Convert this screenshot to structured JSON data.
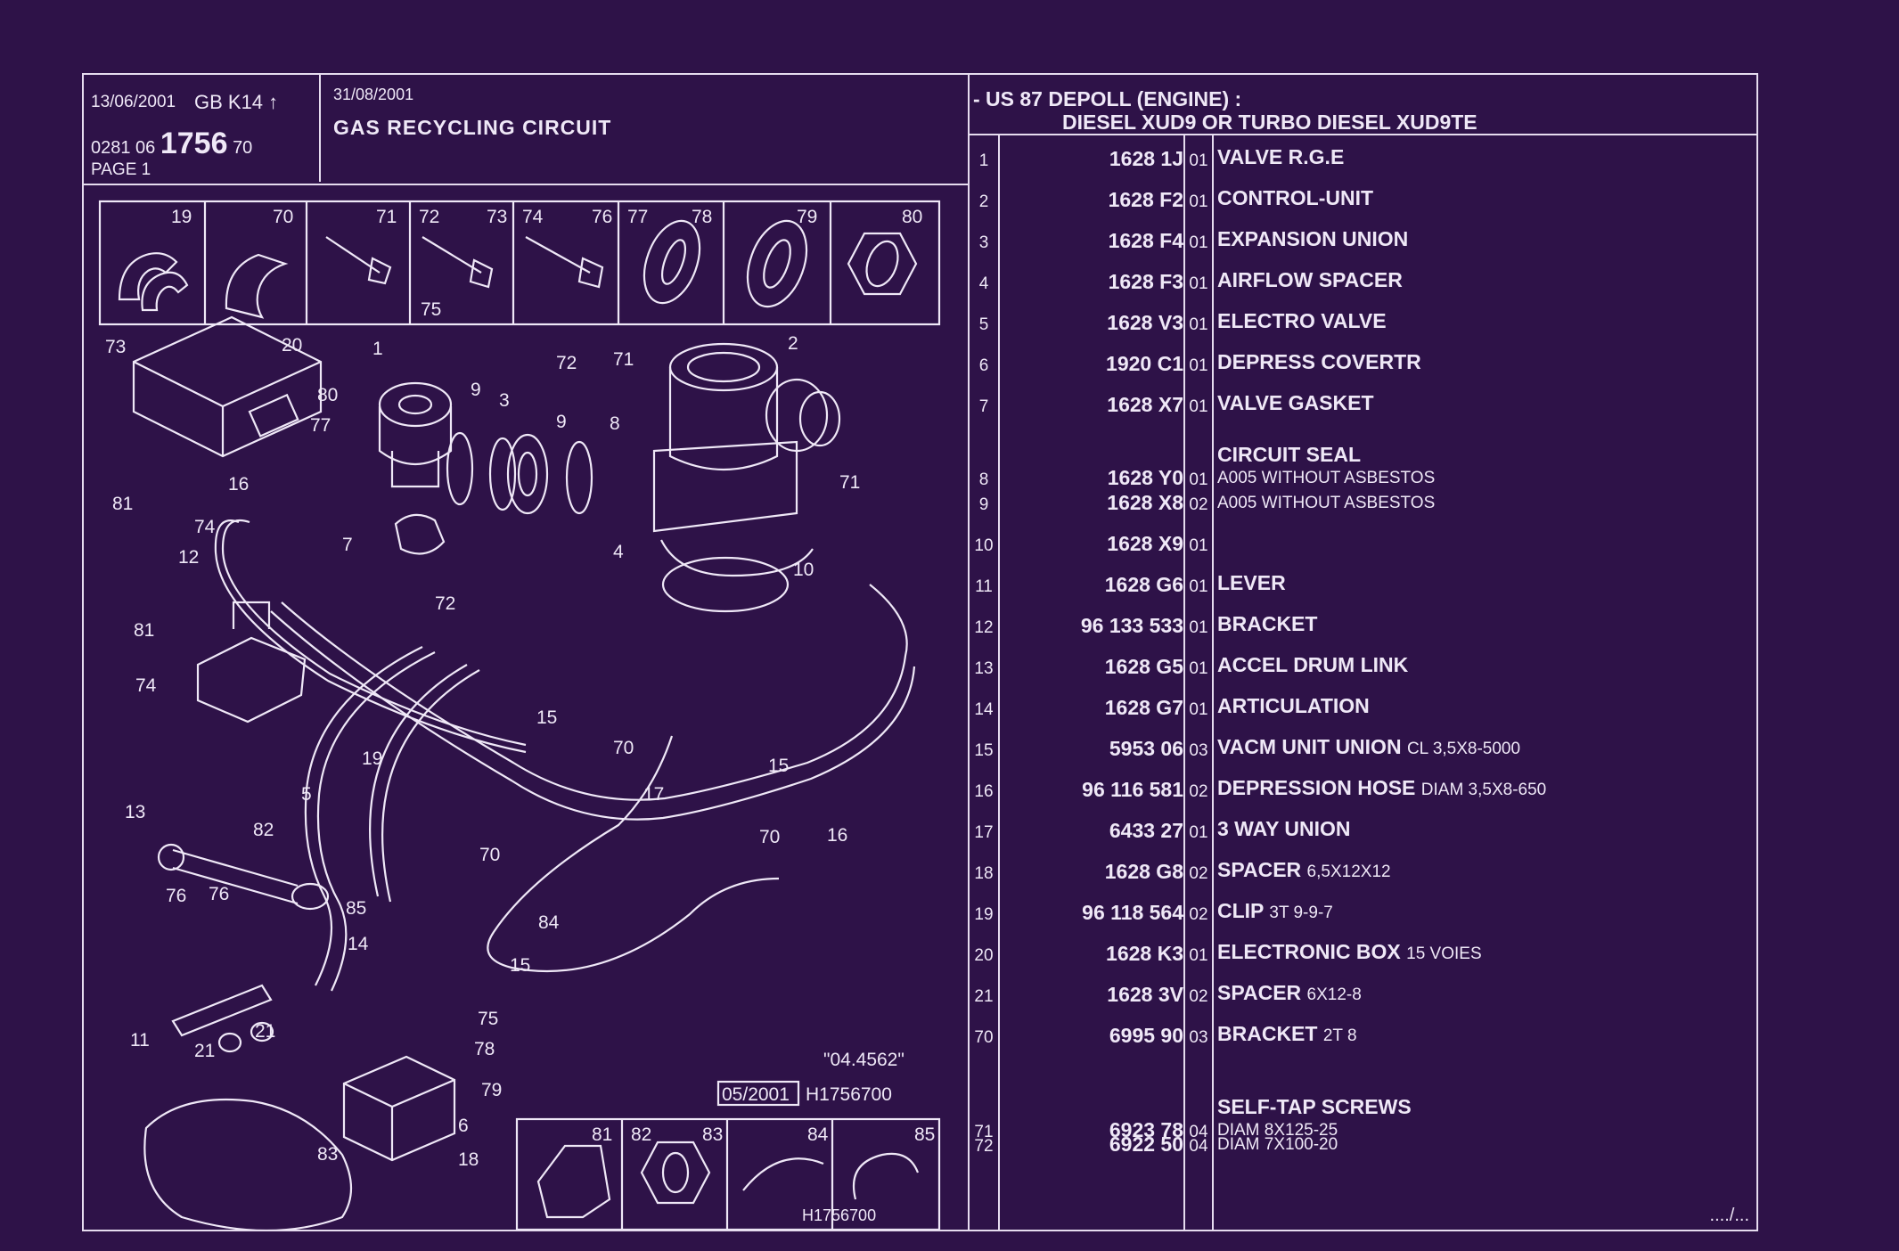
{
  "header": {
    "date": "13/06/2001",
    "gb_code": "GB  K14 ↑",
    "part_prefix": "0281  06",
    "part_main": "1756",
    "part_suffix": "70",
    "page": "PAGE  1",
    "date2": "31/08/2001",
    "title": "GAS RECYCLING CIRCUIT",
    "scope_line1": "- US 87 DEPOLL (ENGINE) :",
    "scope_line2": "DIESEL XUD9 OR  TURBO DIESEL XUD9TE"
  },
  "diagram": {
    "top_strip": [
      "19",
      "70",
      "71",
      "72",
      "73",
      "74",
      "76",
      "77",
      "78",
      "79",
      "80",
      "75"
    ],
    "bottom_strip": [
      "81",
      "82",
      "83",
      "84",
      "85"
    ],
    "callouts": [
      "73",
      "20",
      "1",
      "80",
      "77",
      "81",
      "16",
      "74",
      "12",
      "81",
      "74",
      "13",
      "76",
      "76",
      "11",
      "21",
      "21",
      "9",
      "3",
      "9",
      "72",
      "2",
      "71",
      "8",
      "4",
      "10",
      "71",
      "7",
      "72",
      "15",
      "70",
      "17",
      "15",
      "70",
      "16",
      "19",
      "82",
      "5",
      "85",
      "70",
      "84",
      "14",
      "15",
      "75",
      "78",
      "79",
      "6",
      "18",
      "83"
    ],
    "drawing_code": "\"04.4562\"",
    "stamp_date": "05/2001",
    "stamp_code": "H1756700",
    "footer_code": "H1756700"
  },
  "parts": [
    {
      "idx": "1",
      "ref": "1628 1J",
      "qty": "01",
      "desc": "VALVE R.G.E",
      "sub": ""
    },
    {
      "idx": "2",
      "ref": "1628 F2",
      "qty": "01",
      "desc": "CONTROL-UNIT",
      "sub": ""
    },
    {
      "idx": "3",
      "ref": "1628 F4",
      "qty": "01",
      "desc": "EXPANSION UNION",
      "sub": ""
    },
    {
      "idx": "4",
      "ref": "1628 F3",
      "qty": "01",
      "desc": "AIRFLOW SPACER",
      "sub": ""
    },
    {
      "idx": "5",
      "ref": "1628 V3",
      "qty": "01",
      "desc": "ELECTRO VALVE",
      "sub": ""
    },
    {
      "idx": "6",
      "ref": "1920 C1",
      "qty": "01",
      "desc": "DEPRESS COVERTR",
      "sub": ""
    },
    {
      "idx": "7",
      "ref": "1628 X7",
      "qty": "01",
      "desc": "VALVE GASKET",
      "sub": ""
    },
    {
      "idx": "8",
      "ref": "1628 Y0",
      "qty": "01",
      "desc": "",
      "sub": "A005 WITHOUT ASBESTOS",
      "group": "CIRCUIT SEAL"
    },
    {
      "idx": "9",
      "ref": "1628 X8",
      "qty": "02",
      "desc": "",
      "sub": "A005 WITHOUT ASBESTOS"
    },
    {
      "idx": "10",
      "ref": "1628 X9",
      "qty": "01",
      "desc": "",
      "sub": ""
    },
    {
      "idx": "11",
      "ref": "1628 G6",
      "qty": "01",
      "desc": "LEVER",
      "sub": ""
    },
    {
      "idx": "12",
      "ref": "96 133 533",
      "qty": "01",
      "desc": "BRACKET",
      "sub": ""
    },
    {
      "idx": "13",
      "ref": "1628 G5",
      "qty": "01",
      "desc": "ACCEL DRUM LINK",
      "sub": ""
    },
    {
      "idx": "14",
      "ref": "1628 G7",
      "qty": "01",
      "desc": "ARTICULATION",
      "sub": ""
    },
    {
      "idx": "15",
      "ref": "5953 06",
      "qty": "03",
      "desc": "VACM UNIT UNION",
      "sub": "CL 3,5X8-5000"
    },
    {
      "idx": "16",
      "ref": "96 116 581",
      "qty": "02",
      "desc": "DEPRESSION HOSE",
      "sub": "DIAM 3,5X8-650"
    },
    {
      "idx": "17",
      "ref": "6433 27",
      "qty": "01",
      "desc": "3 WAY UNION",
      "sub": ""
    },
    {
      "idx": "18",
      "ref": "1628 G8",
      "qty": "02",
      "desc": "SPACER",
      "sub": "6,5X12X12"
    },
    {
      "idx": "19",
      "ref": "96 118 564",
      "qty": "02",
      "desc": "CLIP",
      "sub": "3T 9-9-7"
    },
    {
      "idx": "20",
      "ref": "1628 K3",
      "qty": "01",
      "desc": "ELECTRONIC BOX",
      "sub": "15 VOIES"
    },
    {
      "idx": "21",
      "ref": "1628 3V",
      "qty": "02",
      "desc": "SPACER",
      "sub": "6X12-8"
    },
    {
      "idx": "70",
      "ref": "6995 90",
      "qty": "03",
      "desc": "BRACKET",
      "sub": "2T 8"
    },
    {
      "idx": "71",
      "ref": "6923 78",
      "qty": "04",
      "desc": "",
      "sub": "DIAM 8X125-25",
      "group": "SELF-TAP SCREWS"
    },
    {
      "idx": "72",
      "ref": "6922 50",
      "qty": "04",
      "desc": "",
      "sub": "DIAM 7X100-20"
    }
  ],
  "continuation": "..../...",
  "colors": {
    "background": "#2e1248",
    "ink": "#efe8f7"
  }
}
